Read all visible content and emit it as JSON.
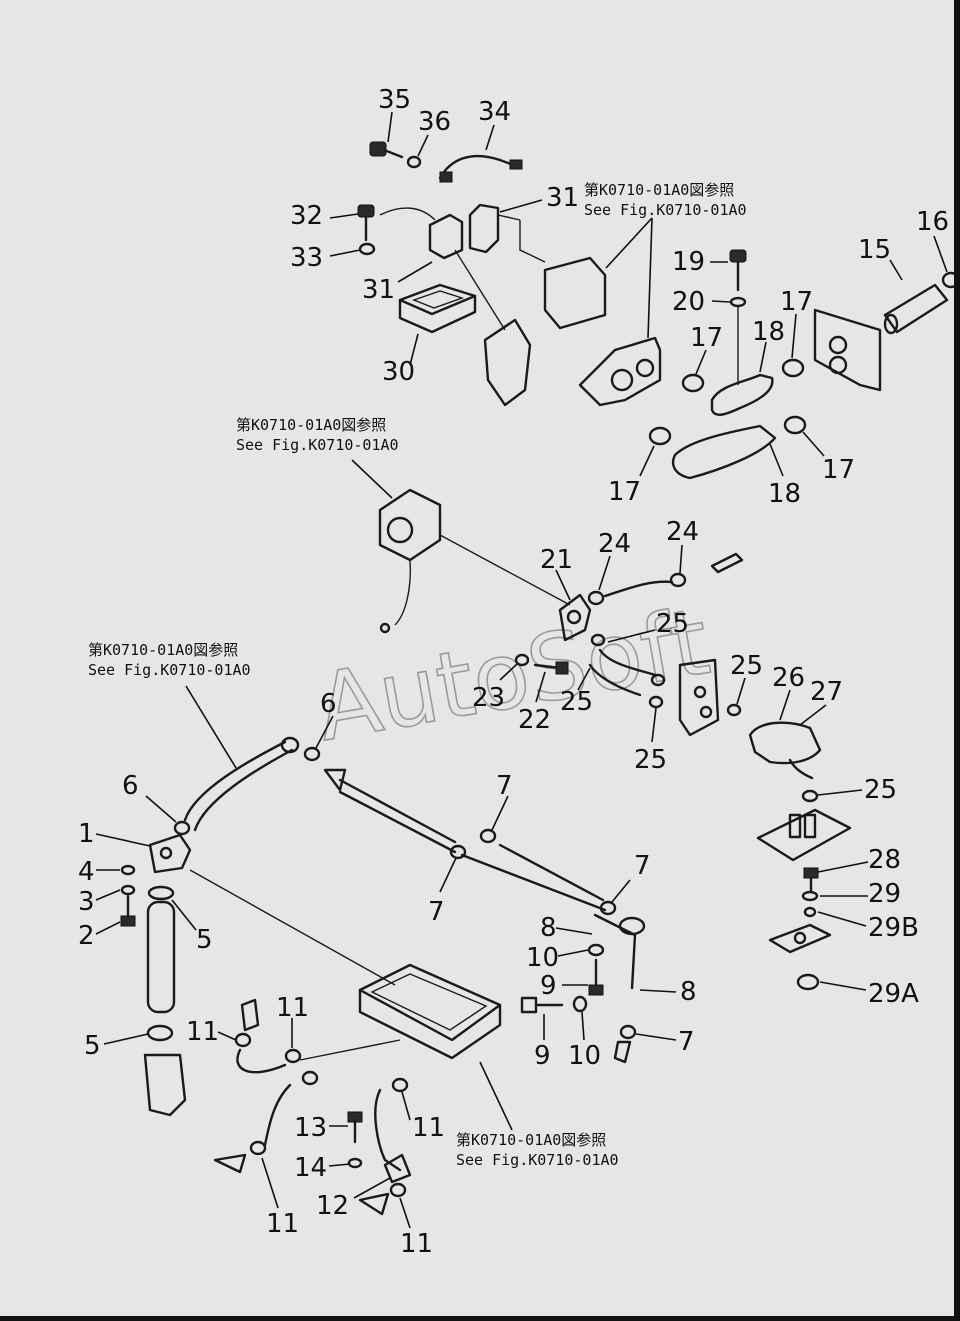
{
  "watermark": "AutoSoft",
  "refs": [
    {
      "id": "ref-top-right",
      "jp": "第K0710-01A0図参照",
      "en": "See Fig.K0710-01A0"
    },
    {
      "id": "ref-middle",
      "jp": "第K0710-01A0図参照",
      "en": "See Fig.K0710-01A0"
    },
    {
      "id": "ref-left",
      "jp": "第K0710-01A0図参照",
      "en": "See Fig.K0710-01A0"
    },
    {
      "id": "ref-bottom",
      "jp": "第K0710-01A0図参照",
      "en": "See Fig.K0710-01A0"
    }
  ],
  "labels": [
    "35",
    "36",
    "34",
    "31",
    "32",
    "33",
    "31",
    "30",
    "19",
    "16",
    "15",
    "20",
    "17",
    "18",
    "17",
    "17",
    "18",
    "17",
    "21",
    "24",
    "24",
    "25",
    "23",
    "22",
    "25",
    "25",
    "25",
    "26",
    "27",
    "6",
    "6",
    "1",
    "4",
    "3",
    "2",
    "5",
    "7",
    "7",
    "7",
    "25",
    "28",
    "29",
    "29B",
    "8",
    "10",
    "9",
    "8",
    "9",
    "10",
    "7",
    "29A",
    "5",
    "11",
    "11",
    "11",
    "13",
    "14",
    "12",
    "11",
    "11"
  ]
}
